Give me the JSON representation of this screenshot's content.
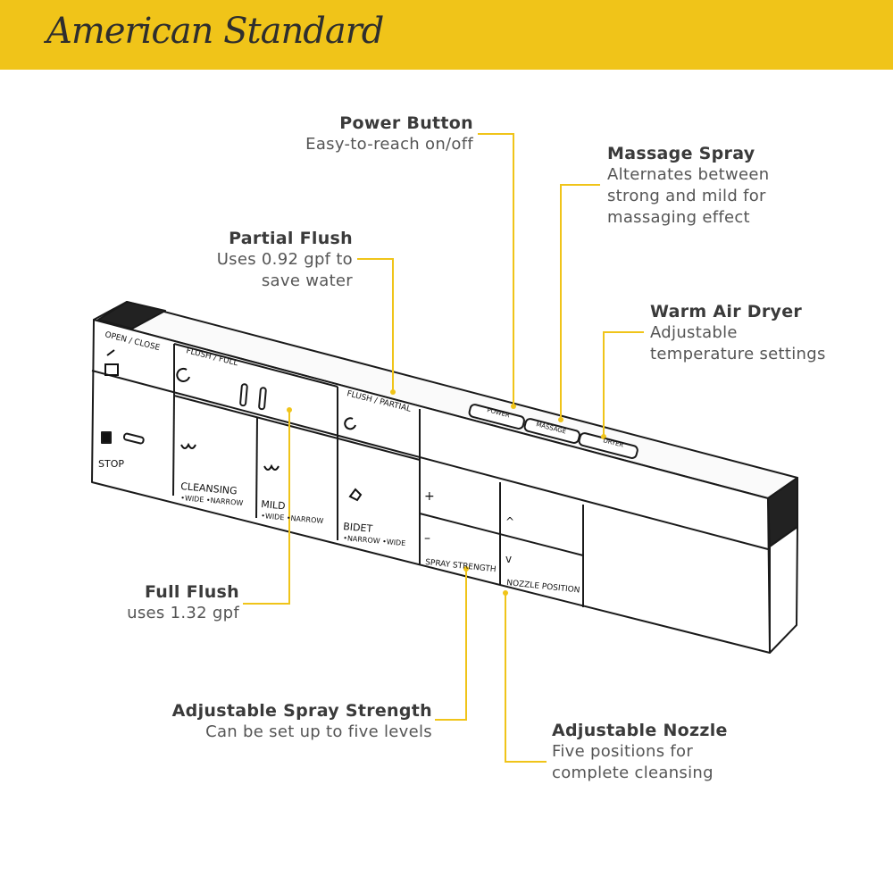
{
  "brand": {
    "name": "American Standard",
    "banner_color": "#f0c419"
  },
  "callouts": {
    "power": {
      "title": "Power Button",
      "desc1": "Easy-to-reach on/off"
    },
    "massage": {
      "title": "Massage Spray",
      "desc1": "Alternates between",
      "desc2": "strong and mild for",
      "desc3": "massaging effect"
    },
    "partial": {
      "title": "Partial Flush",
      "desc1": "Uses 0.92 gpf to",
      "desc2": "save water"
    },
    "dryer": {
      "title": "Warm Air Dryer",
      "desc1": "Adjustable",
      "desc2": "temperature settings"
    },
    "full": {
      "title": "Full Flush",
      "desc1": "uses 1.32 gpf"
    },
    "spray": {
      "title": "Adjustable Spray Strength",
      "desc1": "Can be set up to five levels"
    },
    "nozzle": {
      "title": "Adjustable Nozzle",
      "desc1": "Five positions for",
      "desc2": "complete cleansing"
    }
  },
  "panel": {
    "open_close": "OPEN / CLOSE",
    "flush_full": "FLUSH / FULL",
    "flush_partial": "FLUSH / PARTIAL",
    "stop": "STOP",
    "cleansing": "CLEANSING",
    "cleansing_sub": "•WIDE •NARROW",
    "mild": "MILD",
    "mild_sub": "•WIDE •NARROW",
    "bidet": "BIDET",
    "bidet_sub": "•NARROW •WIDE",
    "plus": "+",
    "minus": "–",
    "spray_strength": "SPRAY STRENGTH",
    "up": "^",
    "down": "v",
    "nozzle_position": "NOZZLE POSITION",
    "power": "POWER",
    "massage": "MASSAGE",
    "dryer": "DRYER"
  },
  "colors": {
    "leader": "#f0c419",
    "outline": "#1a1a1a"
  }
}
